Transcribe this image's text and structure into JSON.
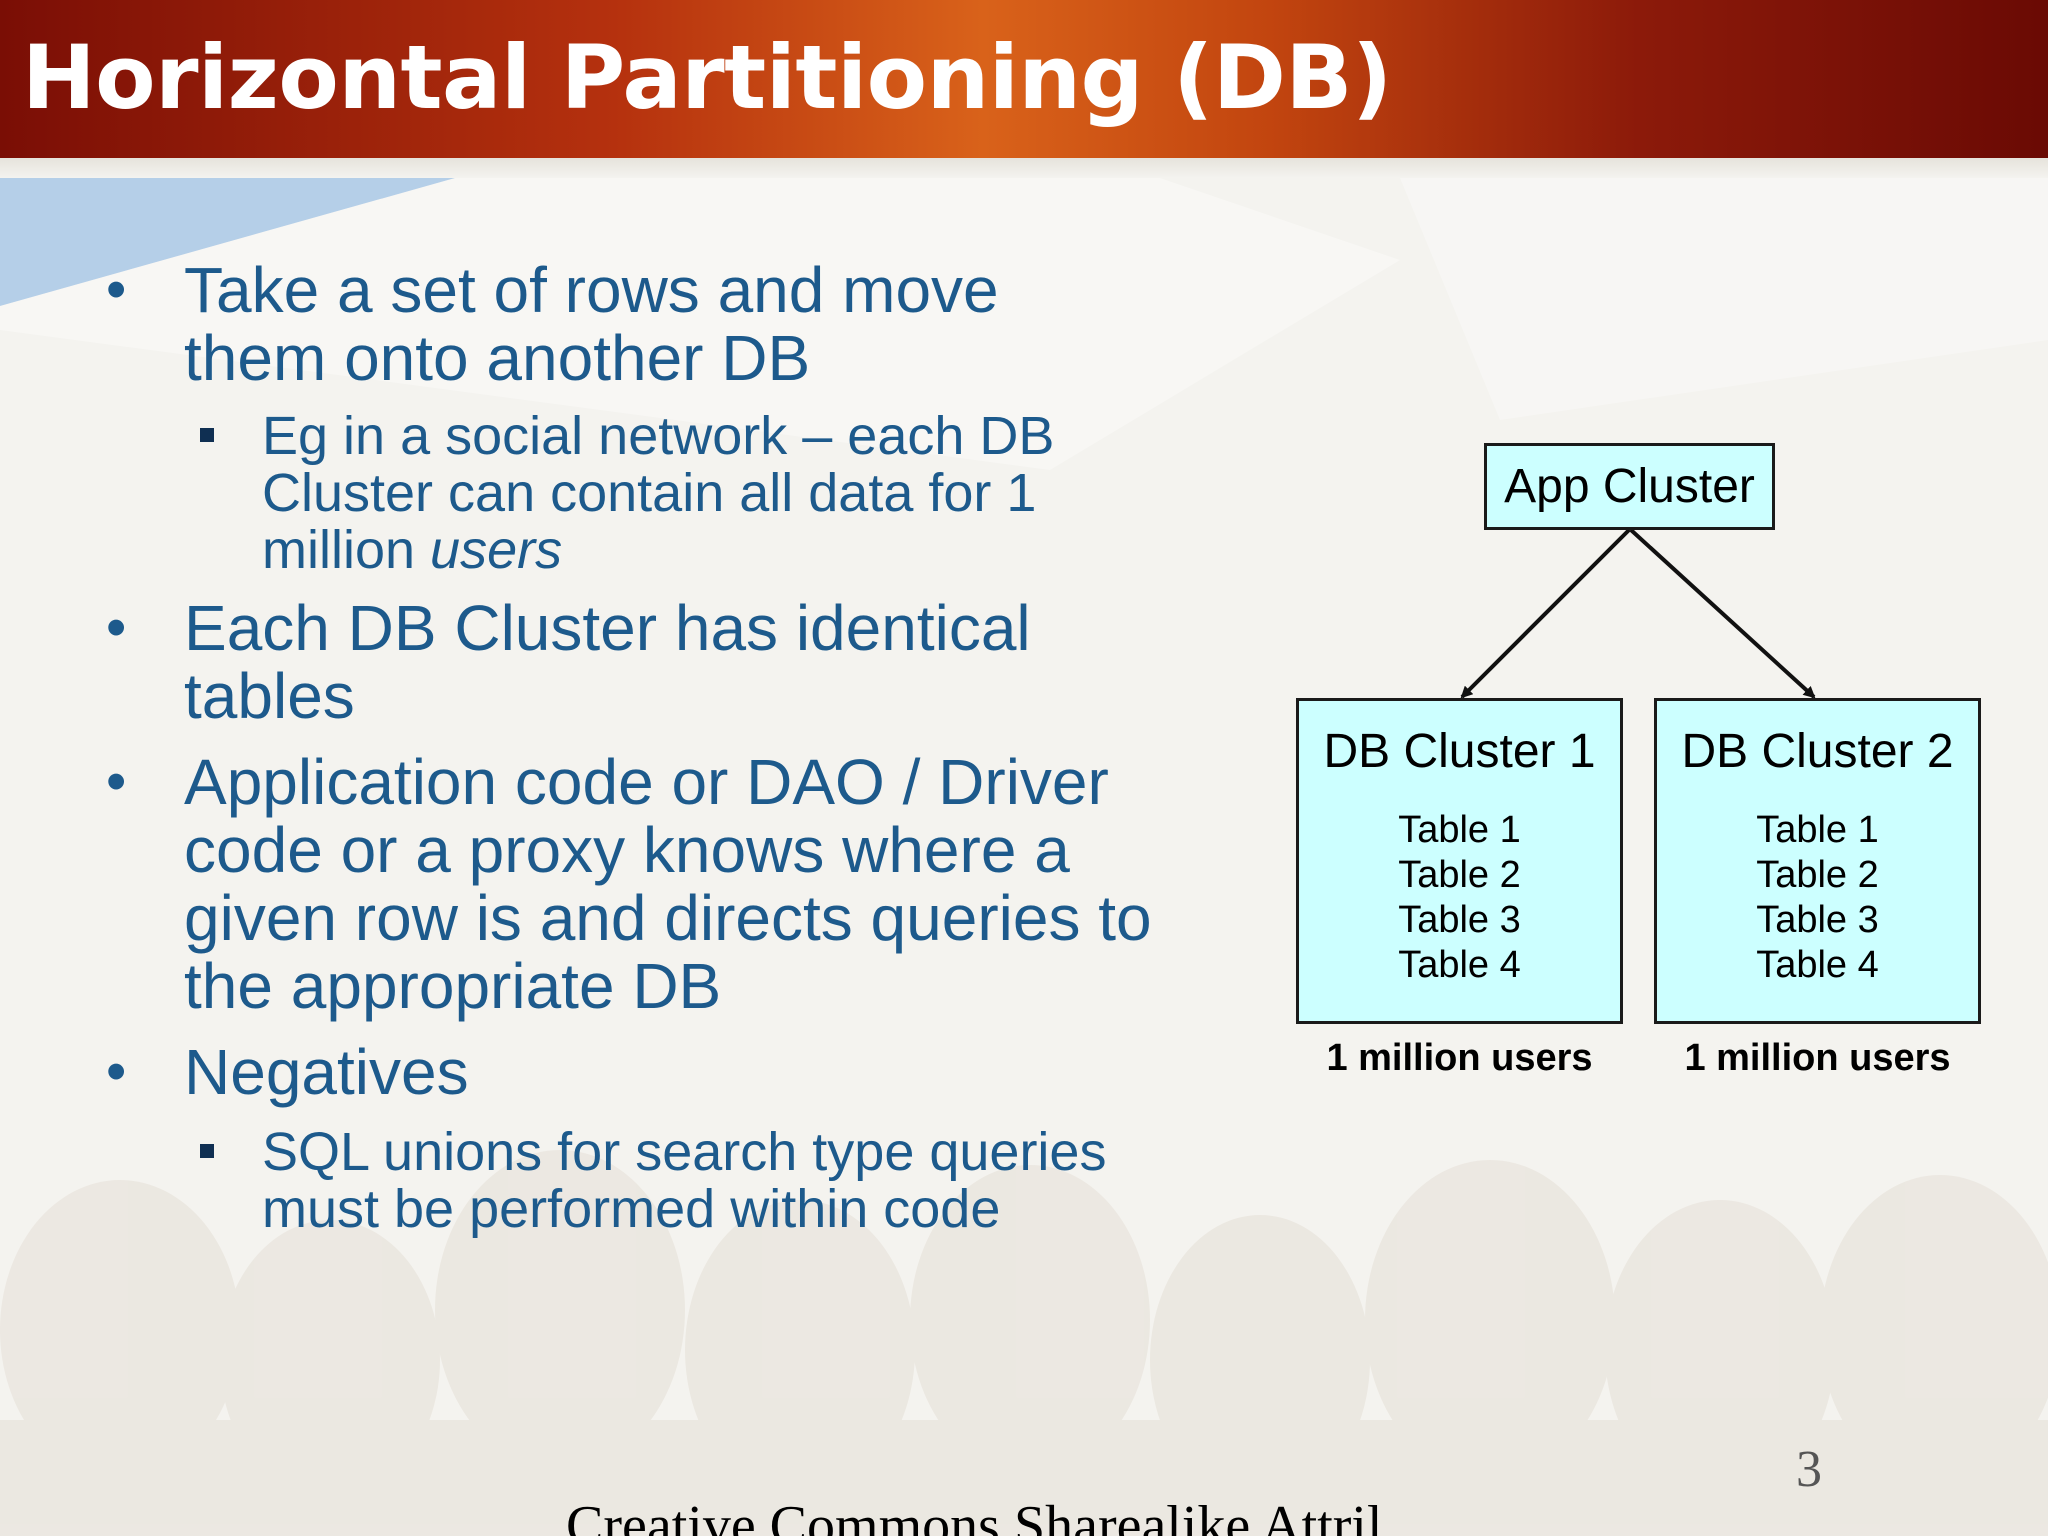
{
  "slide": {
    "title": "Horizontal Partitioning (DB)",
    "bullets": [
      {
        "lines": [
          "Take a set of rows and move",
          "them onto another DB"
        ],
        "sub": [
          {
            "lines": [
              "Eg in a social network – each DB",
              "Cluster can contain all data for 1"
            ],
            "last_plain": "million ",
            "last_italic": "users"
          }
        ]
      },
      {
        "lines": [
          "Each DB Cluster has identical",
          "tables"
        ]
      },
      {
        "lines": [
          "Application code or DAO / Driver",
          "code or a proxy knows where a",
          "given row is and directs queries to",
          "the appropriate DB"
        ]
      },
      {
        "lines": [
          "Negatives"
        ],
        "sub": [
          {
            "lines": [
              "SQL unions for search type queries",
              "must be performed within code"
            ]
          }
        ]
      }
    ],
    "bullet_glyph": "•"
  },
  "diagram": {
    "app_cluster": "App Cluster",
    "db_clusters": [
      {
        "name": "DB Cluster 1",
        "tables": [
          "Table 1",
          "Table 2",
          "Table 3",
          "Table 4"
        ],
        "users": "1 million users"
      },
      {
        "name": "DB Cluster 2",
        "tables": [
          "Table 1",
          "Table 2",
          "Table 3",
          "Table 4"
        ],
        "users": "1 million users"
      }
    ],
    "box_fill": "#ccffff"
  },
  "footer": {
    "license_text": "Creative Commons Sharealike Attril",
    "page_number": "3"
  },
  "colors": {
    "title_bar_dark": "#7a0e05",
    "title_bar_light": "#d9621a",
    "body_text": "#1d5a8c",
    "background": "#f4f3ef"
  }
}
